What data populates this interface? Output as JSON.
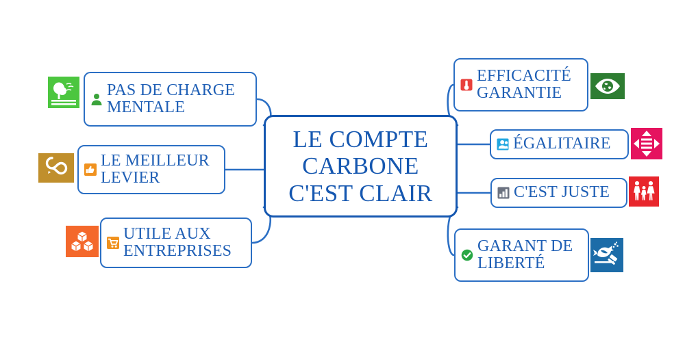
{
  "mindmap": {
    "center": {
      "text": "LE COMPTE\nCARBONE\nC'EST CLAIR",
      "border_color": "#1557b0",
      "text_color": "#1557b0"
    },
    "branches": [
      {
        "id": "pas-de-charge",
        "side": "left",
        "label": "PAS DE CHARGE\nMENTALE",
        "mini_icon": "person-icon",
        "mini_icon_color": "#3aa33a",
        "side_icon": "park-tree-icon",
        "side_icon_color": "#4cc63f"
      },
      {
        "id": "meilleur-levier",
        "side": "left",
        "label": "LE MEILLEUR\nLEVIER",
        "mini_icon": "thumbs-up-icon",
        "mini_icon_color": "#f0921f",
        "side_icon": "infinity-loop-icon",
        "side_icon_color": "#c08f2c"
      },
      {
        "id": "utile-entreprises",
        "side": "left",
        "label": "UTILE AUX\nENTREPRISES",
        "mini_icon": "shopping-cart-icon",
        "mini_icon_color": "#f0921f",
        "side_icon": "cubes-icon",
        "side_icon_color": "#f4682b"
      },
      {
        "id": "efficacite",
        "side": "right",
        "label": "EFFICACITÉ\nGARANTIE",
        "mini_icon": "thermometer-icon",
        "mini_icon_color": "#e8403c",
        "side_icon": "globe-eye-icon",
        "side_icon_color": "#2e7d32"
      },
      {
        "id": "egalitaire",
        "side": "right",
        "label": "ÉGALITAIRE",
        "mini_icon": "people-icon",
        "mini_icon_color": "#22a7e0",
        "side_icon": "equality-arrows-icon",
        "side_icon_color": "#e5135f"
      },
      {
        "id": "cest-juste",
        "side": "right",
        "label": "C'EST JUSTE",
        "mini_icon": "bar-chart-icon",
        "mini_icon_color": "#6b7280",
        "side_icon": "family-icon",
        "side_icon_color": "#e8262c"
      },
      {
        "id": "garant-liberte",
        "side": "right",
        "label": "GARANT DE\nLIBERTÉ",
        "mini_icon": "check-circle-icon",
        "mini_icon_color": "#29a745",
        "side_icon": "dove-gavel-icon",
        "side_icon_color": "#1c6ca8"
      }
    ],
    "connector_color": "#2b6fc4",
    "background_color": "#ffffff"
  }
}
